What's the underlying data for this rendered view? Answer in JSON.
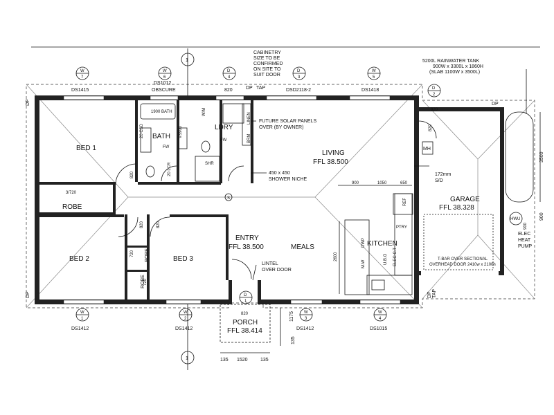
{
  "rooms": {
    "bed1": "BED 1",
    "bed2": "BED 2",
    "bed3": "BED 3",
    "bath": "BATH",
    "ldry": "LDRY",
    "living": "LIVING",
    "living_ffl": "FFL 38.500",
    "garage": "GARAGE",
    "garage_ffl": "FFL 38.328",
    "entry": "ENTRY",
    "entry_ffl": "FFL 38.500",
    "meals": "MEALS",
    "kitchen": "KITCHEN",
    "porch": "PORCH",
    "porch_ffl": "FFL 38.414",
    "robe1": "ROBE",
    "robe2": "ROBE",
    "robe3": "ROBE"
  },
  "window_markers": [
    {
      "letter": "W",
      "num": "7"
    },
    {
      "letter": "W",
      "num": "6"
    },
    {
      "letter": "D",
      "num": "4"
    },
    {
      "letter": "D",
      "num": "3"
    },
    {
      "letter": "W",
      "num": "5"
    },
    {
      "letter": "D",
      "num": "2"
    },
    {
      "letter": "W",
      "num": "1"
    },
    {
      "letter": "W",
      "num": "2"
    },
    {
      "letter": "W",
      "num": "3"
    },
    {
      "letter": "W",
      "num": "4"
    },
    {
      "letter": "D",
      "num": "1"
    }
  ],
  "section_markers": [
    "1",
    "1"
  ],
  "labels": {
    "ds1415": "DS1415",
    "ds1012": "DS1012",
    "obscure": "OBSCURE",
    "w820_top": "820",
    "dsd2118": "DSD2118-2",
    "ds1418": "DS1418",
    "ds1412_a": "DS1412",
    "ds1412_b": "DS1412",
    "ds1412_c": "DS1412",
    "ds1015": "DS1015",
    "cabinetry": [
      "CABINETRY",
      "SIZE TO BE",
      "CONFIRMED",
      "ON SITE TO",
      "SUIT DOOR"
    ],
    "dp": "DP",
    "tap": "TAP",
    "solar": [
      "FUTURE SOLAR PANELS",
      "OVER (BY OWNER)"
    ],
    "niche": [
      "450 x 450",
      "SHOWER NICHE"
    ],
    "tank": [
      "5200L RAINWATER TANK",
      "900W x 3300L x 1860H",
      "(SLAB 1100W x 3500L)"
    ],
    "sd": [
      "172mm",
      "S/D"
    ],
    "mh": "MH",
    "hwu": "HWU",
    "heat_pump": [
      "ELEC",
      "HEAT",
      "PUMP"
    ],
    "overhead": [
      "T-BAR OVER SECTIONAL",
      "OVERHEAD DOOR 2410w x 2100h"
    ],
    "lintel": [
      "LINTEL",
      "OVER DOOR"
    ],
    "bath_tub": "1900 BATH",
    "wm": "W/M",
    "linen": "LINEN",
    "brm": "BRM",
    "fw": "FW",
    "shr": "SHR",
    "vs": "VS900",
    "csd": "20 CSD",
    "lcr": "20 LCR",
    "ref": "REF",
    "ptry": "PTRY",
    "dwp": "DWP",
    "mw": "M.W",
    "ubo": "U.B.O",
    "elec_ct": "ELEC C.T",
    "s": "S",
    "d820a": "820",
    "d820b": "820",
    "d820c": "820",
    "d820d": "820",
    "d820e": "820",
    "d820f": "820",
    "d820g": "820",
    "d720a": "720",
    "d720b": "720",
    "robe_3720": "3/720",
    "k900": "900",
    "k1050": "1050",
    "k650": "650",
    "k2600": "2600",
    "g3500": "3500",
    "g900": "900",
    "p135a": "135",
    "p1175": "1175",
    "p135b": "135",
    "p1520": "1520",
    "p135c": "135"
  }
}
